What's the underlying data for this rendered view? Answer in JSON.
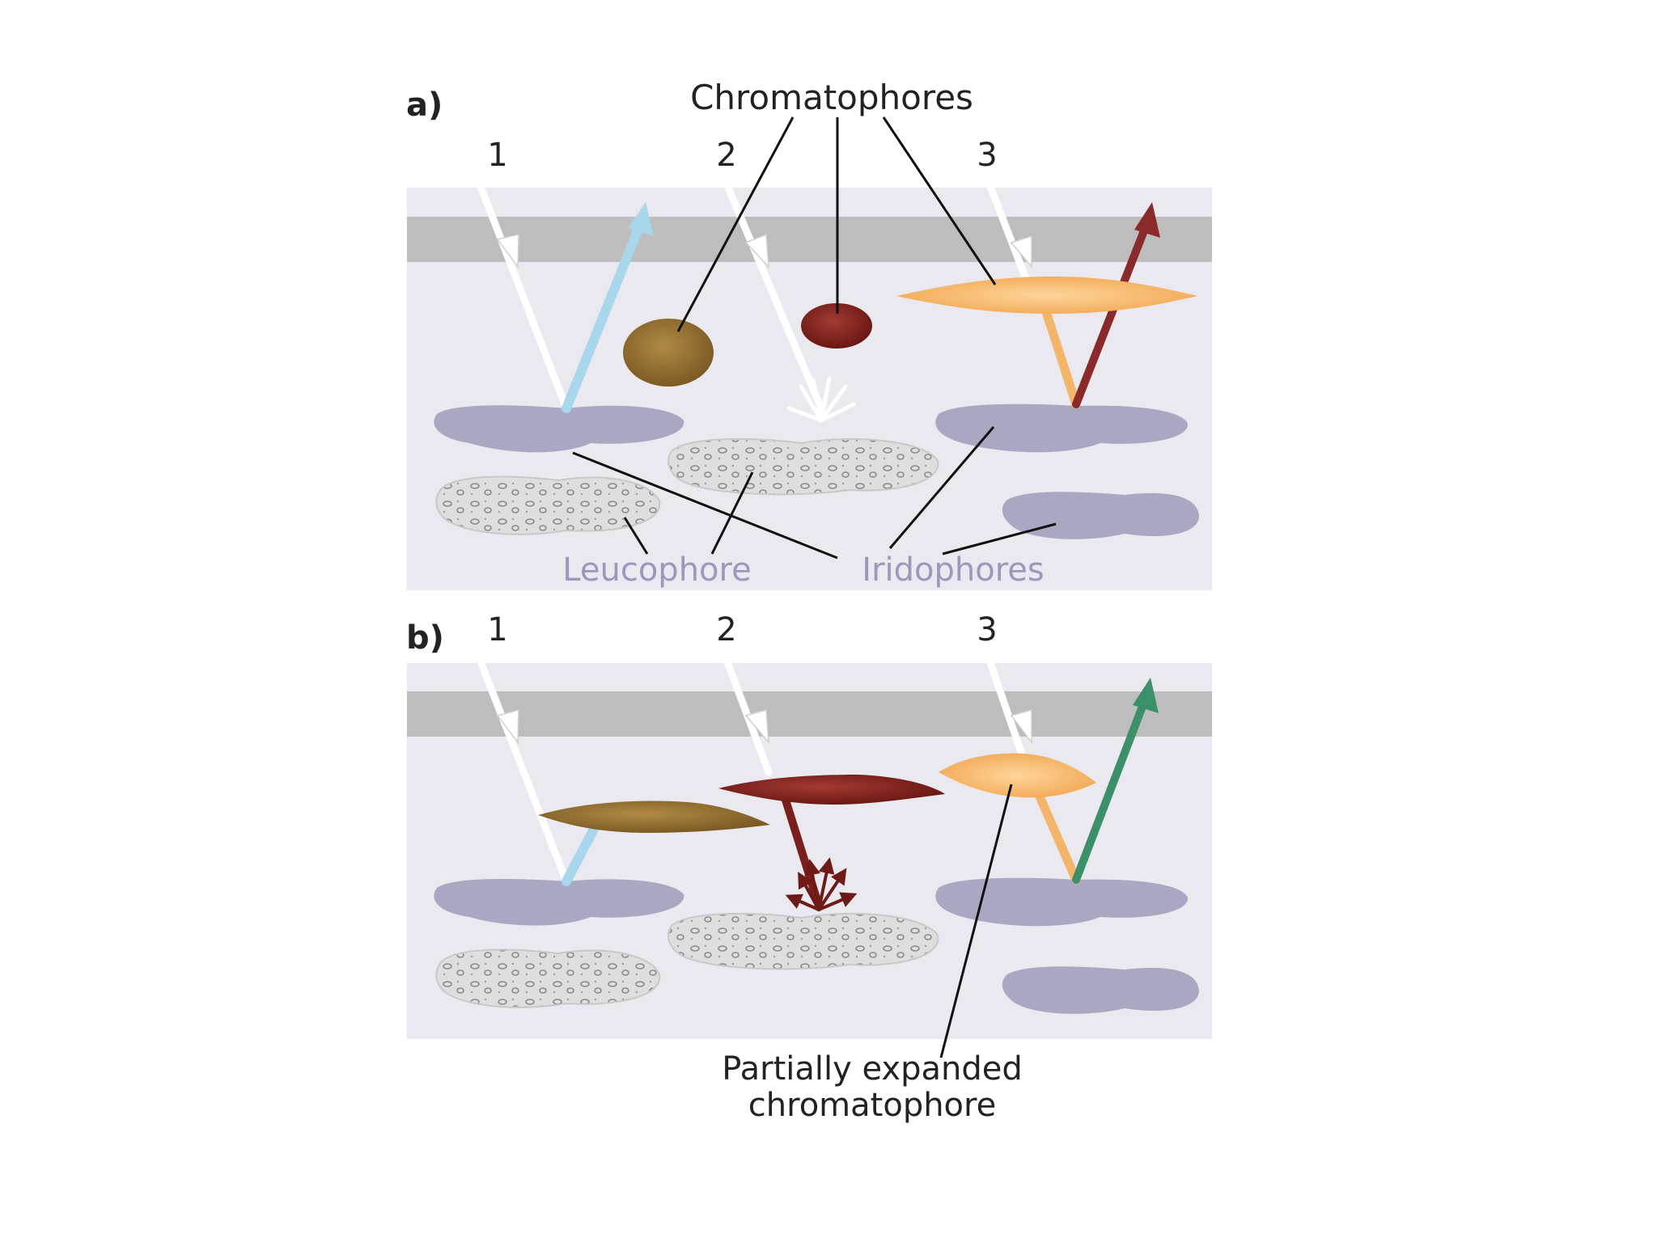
{
  "panel_a": {
    "letter": "a)",
    "title": "Chromatophores",
    "light_numbers": [
      "1",
      "2",
      "3"
    ],
    "label_leucophore": "Leucophore",
    "label_iridophores": "Iridophores"
  },
  "panel_b": {
    "letter": "b)",
    "light_numbers": [
      "1",
      "2",
      "3"
    ],
    "caption_line1": "Partially expanded",
    "caption_line2": "chromatophore"
  },
  "colors": {
    "tissue": "#e9e9ef",
    "band": "#bdbdbd",
    "iridophore": "#a9a7c2",
    "leucophore": "#dcdcdc",
    "brown": "#8b6a2f",
    "dark_red": "#7a1f1c",
    "orange": "#f3b56a",
    "blue_light": "#a8d6ea",
    "red_light": "#8a2a2a",
    "green_light": "#3b8f69",
    "label_purple": "#9b97bd"
  }
}
